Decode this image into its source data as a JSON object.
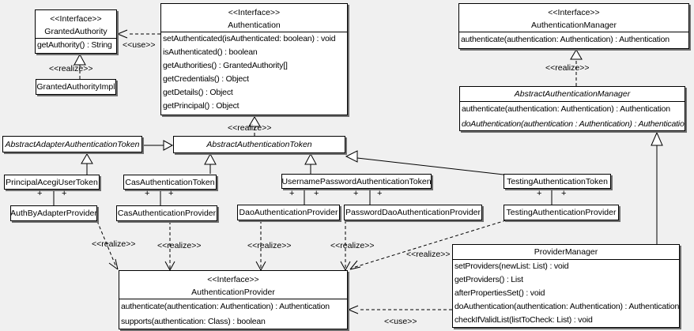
{
  "labels": {
    "realize": "<<realize>>",
    "use": "<<use>>",
    "plus": "+"
  },
  "classes": {
    "granted_authority": {
      "stereotype": "<<Interface>>",
      "name": "GrantedAuthority",
      "methods": [
        "getAuthority() : String"
      ]
    },
    "authentication": {
      "stereotype": "<<Interface>>",
      "name": "Authentication",
      "methods": [
        "setAuthenticated(isAuthenticated: boolean) : void",
        "isAuthenticated() : boolean",
        "getAuthorities() : GrantedAuthority[]",
        "getCredentials() : Object",
        "getDetails() : Object",
        "getPrincipal() : Object"
      ]
    },
    "authentication_manager": {
      "stereotype": "<<Interface>>",
      "name": "AuthenticationManager",
      "methods": [
        "authenticate(authentication: Authentication) : Authentication"
      ]
    },
    "granted_authority_impl": {
      "name": "GrantedAuthorityImpl"
    },
    "abstract_authentication_manager": {
      "name": "AbstractAuthenticationManager",
      "abstract": true,
      "methods": [
        "authenticate(authentication: Authentication) : Authentication",
        "doAuthentication(authentication : Authentication) : Authentication"
      ]
    },
    "abstract_adapter_authentication_token": {
      "name": "AbstractAdapterAuthenticationToken",
      "abstract": true
    },
    "abstract_authentication_token": {
      "name": "AbstractAuthenticationToken",
      "abstract": true
    },
    "principal_acegi_user_token": {
      "name": "PrincipalAcegiUserToken"
    },
    "cas_authentication_token": {
      "name": "CasAuthenticationToken"
    },
    "username_password_authentication_token": {
      "name": "UsernamePasswordAuthenticationToken"
    },
    "testing_authentication_token": {
      "name": "TestingAuthenticationToken"
    },
    "auth_by_adapter_provider": {
      "name": "AuthByAdapterProvider"
    },
    "cas_authentication_provider": {
      "name": "CasAuthenticationProvider"
    },
    "dao_authentication_provider": {
      "name": "DaoAuthenticationProvider"
    },
    "password_dao_authentication_provider": {
      "name": "PasswordDaoAuthenticationProvider"
    },
    "testing_authentication_provider": {
      "name": "TestingAuthenticationProvider"
    },
    "authentication_provider": {
      "stereotype": "<<Interface>>",
      "name": "AuthenticationProvider",
      "methods": [
        "authenticate(authentication: Authentication) : Authentication",
        "supports(authentication: Class) : boolean"
      ]
    },
    "provider_manager": {
      "name": "ProviderManager",
      "methods": [
        "setProviders(newList: List) : void",
        "getProviders() : List",
        "afterPropertiesSet() : void",
        "doAuthentication(authentication: Authentication) : Authentication",
        "checkIfValidList(listToCheck: List) : void"
      ]
    }
  },
  "relationships": [
    {
      "type": "use",
      "from": "Authentication",
      "to": "GrantedAuthority",
      "label": "<<use>>"
    },
    {
      "type": "realize",
      "from": "GrantedAuthorityImpl",
      "to": "GrantedAuthority",
      "label": "<<realize>>"
    },
    {
      "type": "realize",
      "from": "AbstractAuthenticationToken",
      "to": "Authentication",
      "label": "<<realize>>"
    },
    {
      "type": "realize",
      "from": "AbstractAuthenticationManager",
      "to": "AuthenticationManager",
      "label": "<<realize>>"
    },
    {
      "type": "generalization",
      "from": "AbstractAdapterAuthenticationToken",
      "to": "AbstractAuthenticationToken"
    },
    {
      "type": "generalization",
      "from": "PrincipalAcegiUserToken",
      "to": "AbstractAdapterAuthenticationToken"
    },
    {
      "type": "generalization",
      "from": "CasAuthenticationToken",
      "to": "AbstractAuthenticationToken"
    },
    {
      "type": "generalization",
      "from": "UsernamePasswordAuthenticationToken",
      "to": "AbstractAuthenticationToken"
    },
    {
      "type": "generalization",
      "from": "TestingAuthenticationToken",
      "to": "AbstractAuthenticationToken"
    },
    {
      "type": "generalization",
      "from": "ProviderManager",
      "to": "AbstractAuthenticationManager"
    },
    {
      "type": "association",
      "from": "PrincipalAcegiUserToken",
      "to": "AuthByAdapterProvider",
      "end_labels": [
        "+",
        "+"
      ]
    },
    {
      "type": "association",
      "from": "CasAuthenticationToken",
      "to": "CasAuthenticationProvider",
      "end_labels": [
        "+",
        "+"
      ]
    },
    {
      "type": "association",
      "from": "UsernamePasswordAuthenticationToken",
      "to": "DaoAuthenticationProvider",
      "end_labels": [
        "+",
        "+"
      ]
    },
    {
      "type": "association",
      "from": "UsernamePasswordAuthenticationToken",
      "to": "PasswordDaoAuthenticationProvider",
      "end_labels": [
        "+",
        "+"
      ]
    },
    {
      "type": "association",
      "from": "TestingAuthenticationToken",
      "to": "TestingAuthenticationProvider",
      "end_labels": [
        "+",
        "+"
      ]
    },
    {
      "type": "realize",
      "from": "AuthByAdapterProvider",
      "to": "AuthenticationProvider",
      "label": "<<realize>>"
    },
    {
      "type": "realize",
      "from": "CasAuthenticationProvider",
      "to": "AuthenticationProvider",
      "label": "<<realize>>"
    },
    {
      "type": "realize",
      "from": "DaoAuthenticationProvider",
      "to": "AuthenticationProvider",
      "label": "<<realize>>"
    },
    {
      "type": "realize",
      "from": "PasswordDaoAuthenticationProvider",
      "to": "AuthenticationProvider",
      "label": "<<realize>>"
    },
    {
      "type": "realize",
      "from": "TestingAuthenticationProvider",
      "to": "AuthenticationProvider",
      "label": "<<realize>>"
    },
    {
      "type": "use",
      "from": "ProviderManager",
      "to": "AuthenticationProvider",
      "label": "<<use>>"
    }
  ],
  "colors": {
    "canvas": "#f0f0f0",
    "box_fill": "#ffffff",
    "box_border": "#000000",
    "box_shadow": "#6f6f6f",
    "line": "#000000"
  }
}
